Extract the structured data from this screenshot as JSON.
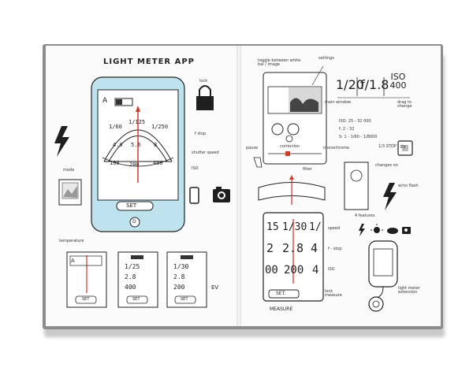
{
  "left_page": {
    "title": "LIGHT METER APP",
    "main_phone": {
      "mode_label": "A",
      "dial_rows": [
        [
          "1/60",
          "1/125",
          "1/250"
        ],
        [
          "4.0",
          "5.6",
          "8"
        ],
        [
          "100",
          "200",
          "400"
        ]
      ],
      "set_button": "SET",
      "home_button": "D"
    },
    "annotations": {
      "lock": "lock",
      "f_stop": "f stop",
      "shutter_speed": "shutter speed",
      "iso": "ISO",
      "temperature": "temperature",
      "mode": "mode",
      "ev": "EV"
    },
    "small_screens": [
      {
        "label": "A",
        "button": "SET"
      },
      {
        "rows": [
          "1/25",
          "2.8",
          "400"
        ],
        "button": "SET"
      },
      {
        "rows": [
          "1/30",
          "2.8",
          "200"
        ],
        "button": "SET"
      }
    ]
  },
  "right_page": {
    "annotations": {
      "toggle": "toggle between white bal / image",
      "settings": "settings",
      "main_window": "main window",
      "pause": "pause",
      "correction": "correction",
      "monochrome": "monochrome",
      "filter": "filter",
      "iso_range": "ISO: 25 - 32 000",
      "f_range": "f: 2 - 32",
      "s_range": "S: 1 - 1/60 - 1/8000",
      "drag_to_change": "drag to change",
      "stop_value": "1/3 STOP",
      "changes_on": "changes on",
      "flash": "w/no flash",
      "features": "4 features",
      "speed": "speed",
      "f_stop": "f - stop",
      "iso": "ISO",
      "lock_measure": "lock measure",
      "measure": "MEASURE",
      "extension": "light meter extension"
    },
    "readout": {
      "shutter": "1/20",
      "aperture": "f/1.8",
      "iso": "ISO 400"
    },
    "big_screen": {
      "rows": [
        [
          "15",
          "1/30",
          "1/"
        ],
        [
          "2",
          "2.8",
          "4"
        ],
        [
          "00",
          "200",
          "4"
        ]
      ],
      "button": "SET."
    },
    "ev_badge": "EV"
  }
}
